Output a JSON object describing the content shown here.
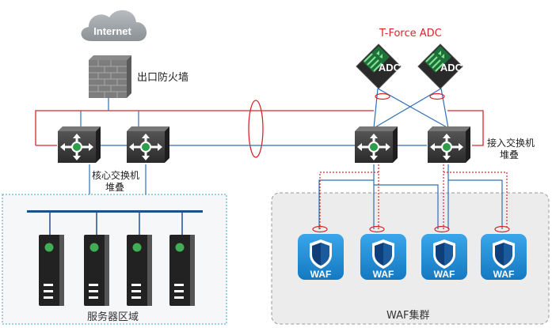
{
  "internet": {
    "label": "Internet"
  },
  "firewall": {
    "label": "出口防火墙"
  },
  "adc": {
    "title": "T-Force ADC",
    "device_label": "ADC"
  },
  "core_switch": {
    "label_line1": "核心交换机",
    "label_line2": "堆叠"
  },
  "access_switch": {
    "label_line1": "接入交换机",
    "label_line2": "堆叠"
  },
  "server_zone": {
    "label": "服务器区域"
  },
  "waf_cluster": {
    "label": "WAF集群",
    "device_label": "WAF"
  },
  "colors": {
    "link_blue": "#2f6fb5",
    "link_red": "#d9252a",
    "waf_blue": "#1e8fd8",
    "switch_dark": "#3a3a3a"
  }
}
